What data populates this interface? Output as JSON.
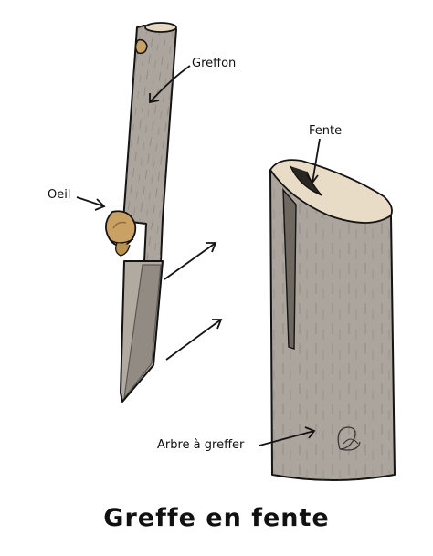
{
  "labels": {
    "greffon": "Greffon",
    "oeil": "Oeil",
    "fente": "Fente",
    "arbre": "Arbre à greffer"
  },
  "title": "Greffe en fente",
  "colors": {
    "bark": "#aca59d",
    "bark_dark": "#8f8880",
    "wood_cut": "#e9dcc6",
    "bud": "#c9a165",
    "ink": "#141414"
  },
  "icons": {
    "signature": "signature-mark"
  }
}
